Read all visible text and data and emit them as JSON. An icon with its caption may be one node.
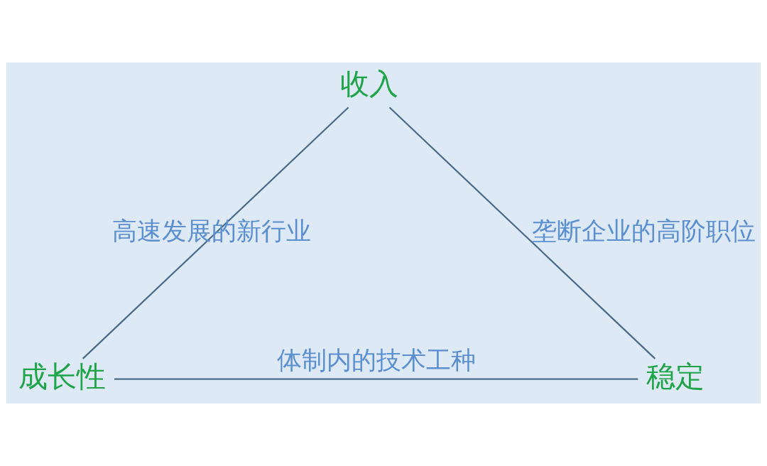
{
  "diagram": {
    "nodes": [
      {
        "text": [
          "收入"
        ]
      },
      {
        "text": [
          "成长性"
        ]
      },
      {
        "text": [
          "稳定"
        ]
      }
    ],
    "edges": [
      {
        "from": 0,
        "to": 1,
        "arrow": "none",
        "label": "高速发展的新行业"
      },
      {
        "from": 0,
        "to": 2,
        "arrow": "none",
        "label": "垄断企业的高阶职位"
      },
      {
        "from": 1,
        "to": 2,
        "arrow": "none",
        "label": "体制内的技术工种"
      }
    ]
  }
}
